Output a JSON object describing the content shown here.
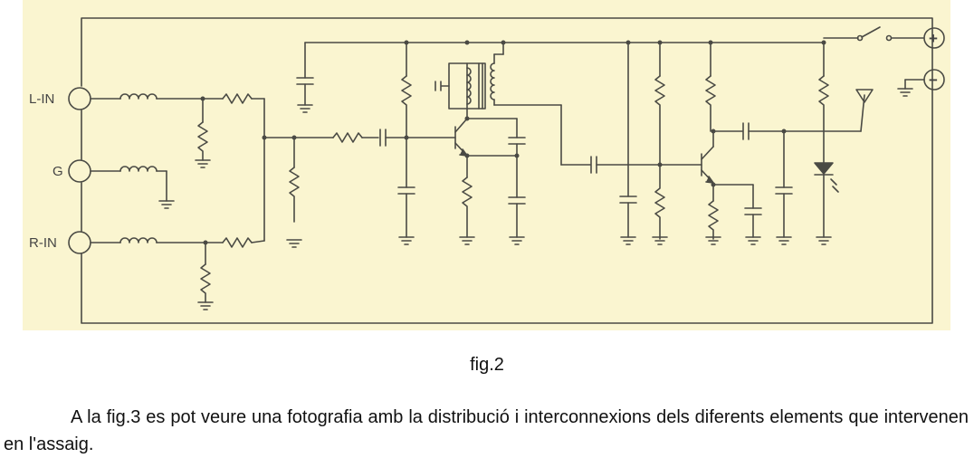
{
  "schematic": {
    "paper_color": "#faf5d0",
    "ink_color": "#4a4a44",
    "labels": {
      "left_in": "L-IN",
      "ground": "G",
      "right_in": "R-IN",
      "plus": "+",
      "minus": "−"
    }
  },
  "caption": "fig.2",
  "paragraph": "A la fig.3 es pot veure una fotografia amb la distribució i interconnexions dels diferents elements que intervenen en l'assaig."
}
